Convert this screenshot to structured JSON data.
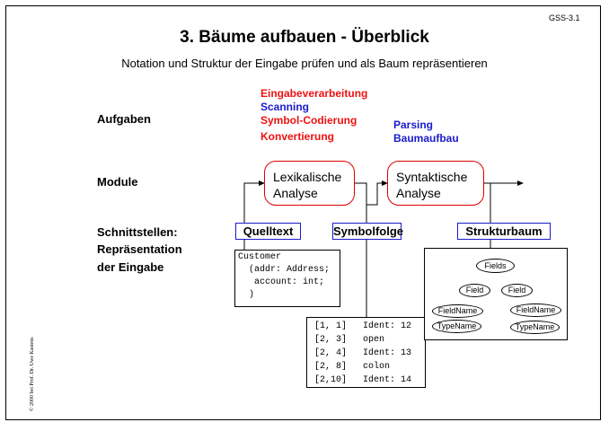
{
  "header": {
    "slide_id": "GSS-3.1",
    "title": "3. Bäume aufbauen - Überblick",
    "subtitle": "Notation und Struktur der Eingabe prüfen und als Baum repräsentieren"
  },
  "copyright": "© 2000 bei Prof. Dr. Uwe Kastens",
  "rows": {
    "aufgaben": "Aufgaben",
    "module": "Module",
    "schnittstellen_1": "Schnittstellen:",
    "schnittstellen_2": "Repräsentation",
    "schnittstellen_3": "der Eingabe"
  },
  "tasks_red": [
    "Eingabeverarbeitung",
    "Symbol-Codierung",
    "Konvertierung"
  ],
  "tasks_blue": [
    "Scanning",
    "Parsing",
    "Baumaufbau"
  ],
  "modules": [
    {
      "line1": "Lexikalische",
      "line2": "Analyse"
    },
    {
      "line1": "Syntaktische",
      "line2": "Analyse"
    }
  ],
  "interfaces": [
    "Quelltext",
    "Symbolfolge",
    "Strukturbaum"
  ],
  "source_code": "Customer\n  (addr: Address;\n   account: int;\n  )",
  "token_table": "[1, 1]   Ident: 12\n[2, 3]   open\n[2, 4]   Ident: 13\n[2, 8]   colon\n[2,10]   Ident: 14",
  "tree": {
    "root": "Fields",
    "left": "Field",
    "right": "Field",
    "left_children": [
      "FieldName",
      "TypeName"
    ],
    "right_children": [
      "FieldName",
      "TypeName"
    ]
  },
  "colors": {
    "task_red": "#ee1111",
    "task_blue": "#1a1acc",
    "module_border": "#dd0000",
    "interface_border": "#1a1acc"
  }
}
